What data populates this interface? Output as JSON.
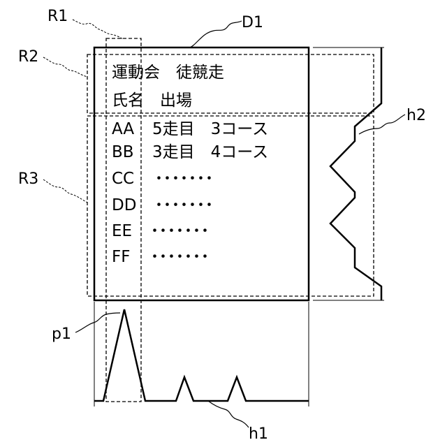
{
  "labels": {
    "r1": "R1",
    "r2": "R2",
    "r3": "R3",
    "d1": "D1",
    "h1": "h1",
    "h2": "h2",
    "p1": "p1"
  },
  "document": {
    "title_line1": "運動会　徒競走",
    "title_line2": "氏名　出場",
    "rows": [
      {
        "name": "AA",
        "detail": "5走目　3コース"
      },
      {
        "name": "BB",
        "detail": "3走目　4コース"
      },
      {
        "name": "CC",
        "detail": "･･･････"
      },
      {
        "name": "DD",
        "detail": "･･･････"
      },
      {
        "name": "EE",
        "detail": "･･･････"
      },
      {
        "name": "FF",
        "detail": "･･･････"
      }
    ]
  }
}
